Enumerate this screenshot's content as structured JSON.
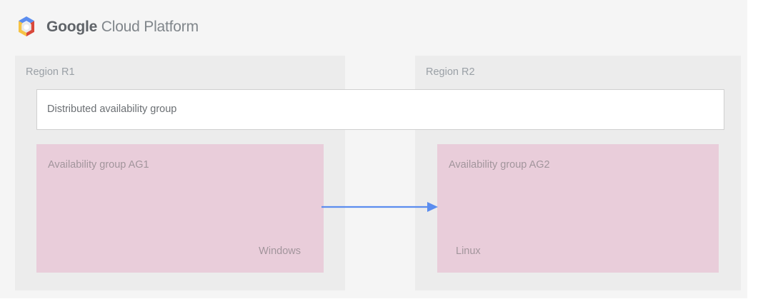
{
  "header": {
    "logo_icon": "google-cloud-platform-hexagon-logo",
    "brand_strong": "Google",
    "brand_light": " Cloud Platform",
    "logo_colors": {
      "top": "#5b8def",
      "left": "#f6c344",
      "right": "#d9483b",
      "center": "#e8eaed"
    }
  },
  "diagram": {
    "distributed_group": {
      "label": "Distributed availability group"
    },
    "regions": [
      {
        "id": "r1",
        "label": "Region R1",
        "availability_group": {
          "title": "Availability group AG1",
          "os": "Windows"
        }
      },
      {
        "id": "r2",
        "label": "Region R2",
        "availability_group": {
          "title": "Availability group AG2",
          "os": "Linux"
        }
      }
    ],
    "replication_arrow": {
      "icon": "right-arrow-icon",
      "direction": "left-to-right",
      "color": "#5b8def",
      "from": "Availability group AG1",
      "to": "Availability group AG2"
    }
  },
  "colors": {
    "page_background": "#ffffff",
    "outer_panel": "#f5f5f5",
    "region_panel": "#ececec",
    "availability_group": "#e9cdda",
    "white_box": "#ffffff",
    "white_box_border": "#d0d0d0",
    "label_text": "#9aa0a6",
    "accent_blue": "#5b8def"
  }
}
